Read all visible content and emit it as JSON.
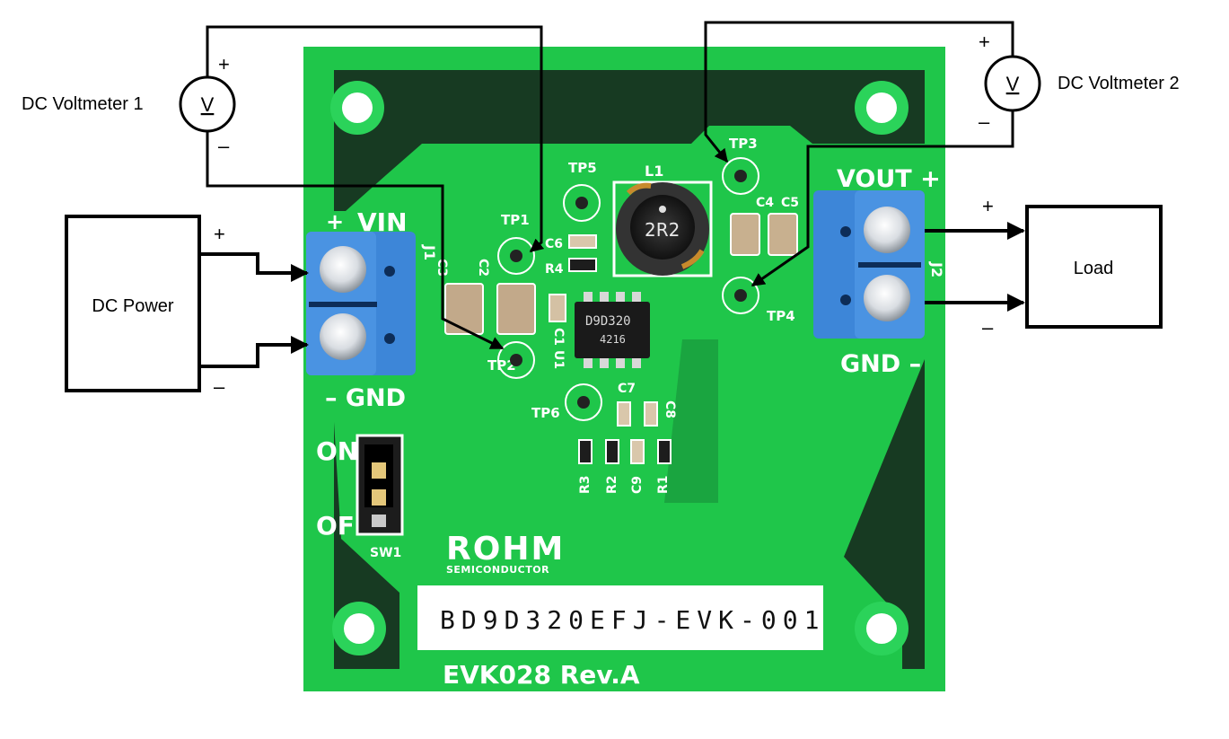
{
  "external": {
    "voltmeter1": {
      "label": "DC Voltmeter 1",
      "symbol": "V",
      "plus": "+",
      "minus": "–"
    },
    "voltmeter2": {
      "label": "DC Voltmeter 2",
      "symbol": "V",
      "plus": "+",
      "minus": "–"
    },
    "power": {
      "label": "DC Power",
      "plus": "+",
      "minus": "–"
    },
    "load": {
      "label": "Load",
      "plus": "+",
      "minus": "–"
    }
  },
  "board": {
    "vin_label": "VIN",
    "vin_plus": "+",
    "gnd_left_label": "–  GND",
    "vout_label": "VOUT +",
    "gnd_right_label": "GND –",
    "j1": "J1",
    "j2": "J2",
    "sw_on": "ON",
    "sw_off": "OFF",
    "sw1": "SW1",
    "brand": "ROHM",
    "brand_sub": "SEMICONDUCTOR",
    "part_number": "BD9D320EFJ-EVK-001",
    "rev": "EVK028  Rev.A",
    "ic_marking_1": "D9D320",
    "ic_marking_2": "4216",
    "inductor_marking": "2R2",
    "refdes": {
      "tp1": "TP1",
      "tp2": "TP2",
      "tp3": "TP3",
      "tp4": "TP4",
      "tp5": "TP5",
      "tp6": "TP6",
      "l1": "L1",
      "u1": "U1",
      "c1": "C1",
      "c2": "C2",
      "c3": "C3",
      "c4": "C4",
      "c5": "C5",
      "c6": "C6",
      "c7": "C7",
      "c8": "C8",
      "c9": "C9",
      "r1": "R1",
      "r2": "R2",
      "r3": "R3",
      "r4": "R4"
    }
  },
  "colors": {
    "pcb_green": "#1fc64a",
    "pcb_dark": "#173a22",
    "copper_green": "#2bd35a",
    "terminal_blue": "#3d86d8",
    "wire": "#000000"
  }
}
